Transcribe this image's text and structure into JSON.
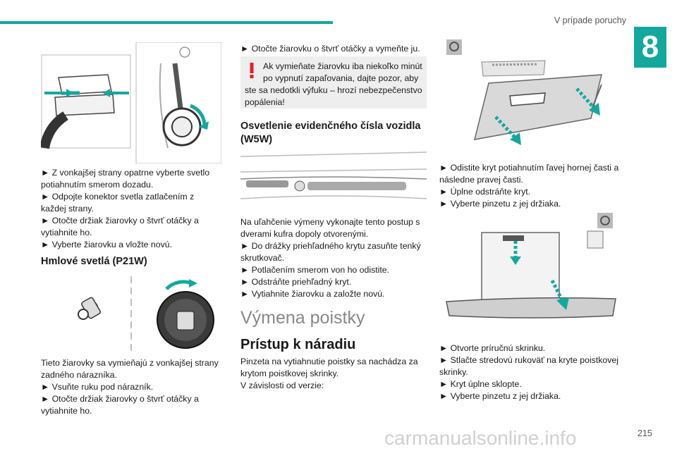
{
  "header": {
    "section_title": "V prípade poruchy",
    "chapter_number": "8",
    "accent_color": "#13a89e"
  },
  "col1": {
    "steps_1": [
      "► Z vonkajšej strany opatrne vyberte svetlo potiahnutím smerom dozadu.",
      "► Odpojte konektor svetla zatlačením z každej strany.",
      "► Otočte držiak žiarovky o štvrť otáčky a vytiahnite ho.",
      "► Vyberte žiarovku a vložte novú."
    ],
    "heading_fog": "Hmlové svetlá (P21W)",
    "fog_intro": "Tieto žiarovky sa vymieňajú z vonkajšej strany zadného nárazníka.",
    "fog_steps": [
      "► Vsuňte ruku pod nárazník.",
      "► Otočte držiak žiarovky o štvrť otáčky a vytiahnite ho."
    ]
  },
  "col2": {
    "step_top": "► Otočte žiarovku o štvrť otáčky a vymeňte ju.",
    "warning": {
      "line1": "Ak vymieňate žiarovku iba niekoľko minút po vypnutí zapaľovania, dajte pozor, aby",
      "line2": "ste sa nedotkli výfuku – hrozí nebezpečenstvo popálenia!",
      "color": "#e4202e"
    },
    "heading_plate": "Osvetlenie evidenčného čísla vozidla (W5W)",
    "plate_intro": "Na uľahčenie výmeny vykonajte tento postup s dverami kufra dopoly otvorenými.",
    "plate_steps": [
      "► Do drážky priehľadného krytu zasuňte tenký skrutkovač.",
      "► Potlačením smerom von ho odistite.",
      "► Odstráňte priehľadný kryt.",
      "► Vytiahnite žiarovku a založte novú."
    ],
    "heading_fuse": "Výmena poistky",
    "heading_tools": "Prístup k náradiu",
    "tools_text": [
      "Pinzeta na vytiahnutie poistky sa nachádza za krytom poistkovej skrinky.",
      "V závislosti od verzie:"
    ]
  },
  "col3": {
    "steps_a": [
      "► Odistite kryt potiahnutím ľavej hornej časti a následne pravej časti.",
      "► Úplne odstráňte kryt.",
      "► Vyberte pinzetu z jej držiaka."
    ],
    "steps_b": [
      "► Otvorte príručnú skrinku.",
      "► Stlačte stredovú rukoväť na kryte poistkovej skrinky.",
      "► Kryt úplne sklopte.",
      "► Vyberte pinzetu z jej držiaka."
    ]
  },
  "footer": {
    "page_number": "215",
    "watermark": "carmanualsonline.info"
  }
}
